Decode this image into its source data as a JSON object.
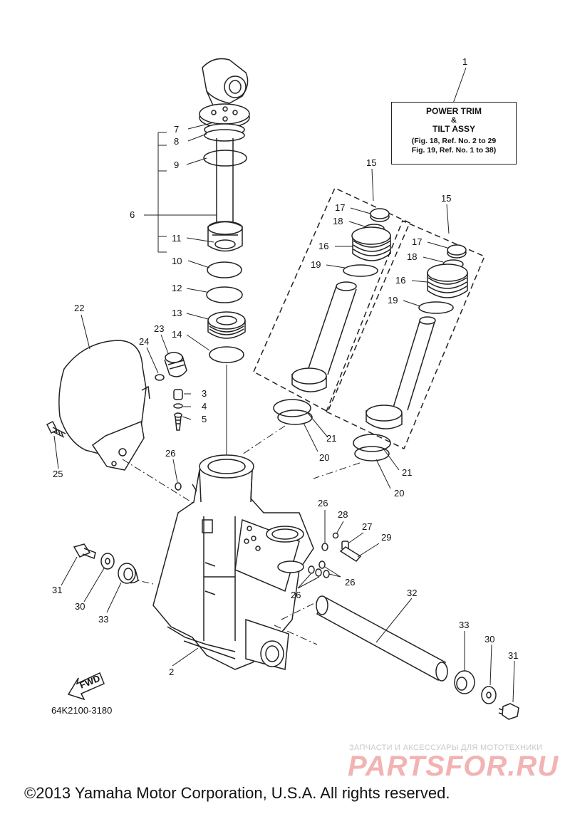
{
  "title_box": {
    "ref": "1",
    "line1": "POWER TRIM",
    "line2": "&",
    "line3": "TILT ASSY",
    "ref_line1": "(Fig. 18, Ref. No. 2 to 29",
    "ref_line2": "Fig. 19, Ref. No. 1 to 38)"
  },
  "callouts": {
    "c2": "2",
    "c3": "3",
    "c4": "4",
    "c5": "5",
    "c6": "6",
    "c7": "7",
    "c8": "8",
    "c9": "9",
    "c10": "10",
    "c11": "11",
    "c12": "12",
    "c13": "13",
    "c14": "14",
    "c15a": "15",
    "c15b": "15",
    "c16a": "16",
    "c16b": "16",
    "c17a": "17",
    "c17b": "17",
    "c18a": "18",
    "c18b": "18",
    "c19a": "19",
    "c19b": "19",
    "c20a": "20",
    "c20b": "20",
    "c21a": "21",
    "c21b": "21",
    "c22": "22",
    "c23": "23",
    "c24": "24",
    "c25": "25",
    "c26a": "26",
    "c26b": "26",
    "c26c": "26",
    "c26d": "26",
    "c27": "27",
    "c28": "28",
    "c29": "29",
    "c30a": "30",
    "c30b": "30",
    "c31a": "31",
    "c31b": "31",
    "c32": "32",
    "c33a": "33",
    "c33b": "33"
  },
  "fwd_label": "FWD",
  "diagram_code": "64K2100-3180",
  "copyright": "©2013 Yamaha Motor Corporation, U.S.A. All rights reserved.",
  "watermark": {
    "tagline": "ЗАПЧАСТИ И АКСЕССУАРЫ ДЛЯ МОТОТЕХНИКИ",
    "brand": "PARTSFOR.RU"
  }
}
